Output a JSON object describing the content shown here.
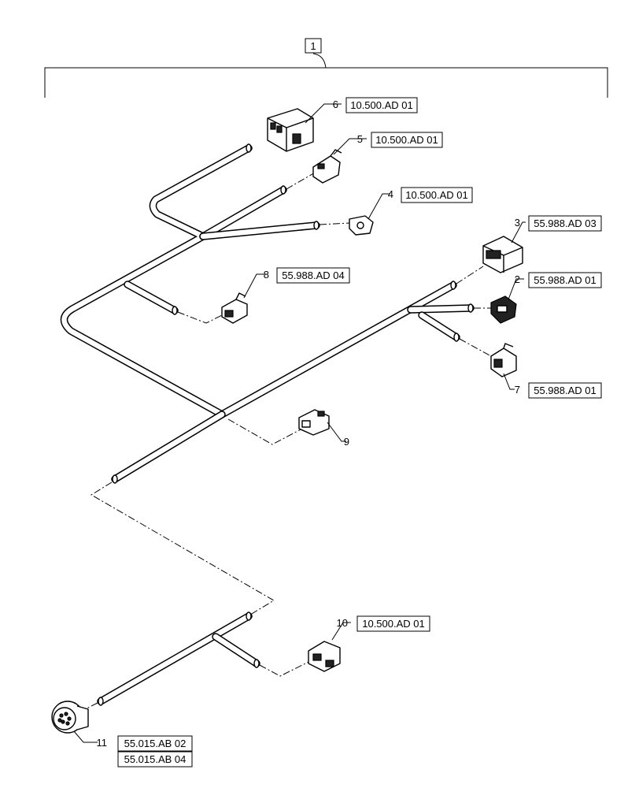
{
  "assembly": {
    "item": "1"
  },
  "callouts": [
    {
      "num": "6",
      "refs": [
        "10.500.AD 01"
      ]
    },
    {
      "num": "5",
      "refs": [
        "10.500.AD 01"
      ]
    },
    {
      "num": "4",
      "refs": [
        "10.500.AD 01"
      ]
    },
    {
      "num": "3",
      "refs": [
        "55.988.AD 03"
      ]
    },
    {
      "num": "2",
      "refs": [
        "55.988.AD 01"
      ]
    },
    {
      "num": "8",
      "refs": [
        "55.988.AD 04"
      ]
    },
    {
      "num": "7",
      "refs": [
        "55.988.AD 01"
      ]
    },
    {
      "num": "9",
      "refs": []
    },
    {
      "num": "10",
      "refs": [
        "10.500.AD 01"
      ]
    },
    {
      "num": "11",
      "refs": [
        "55.015.AB 02",
        "55.015.AB 04"
      ]
    }
  ]
}
